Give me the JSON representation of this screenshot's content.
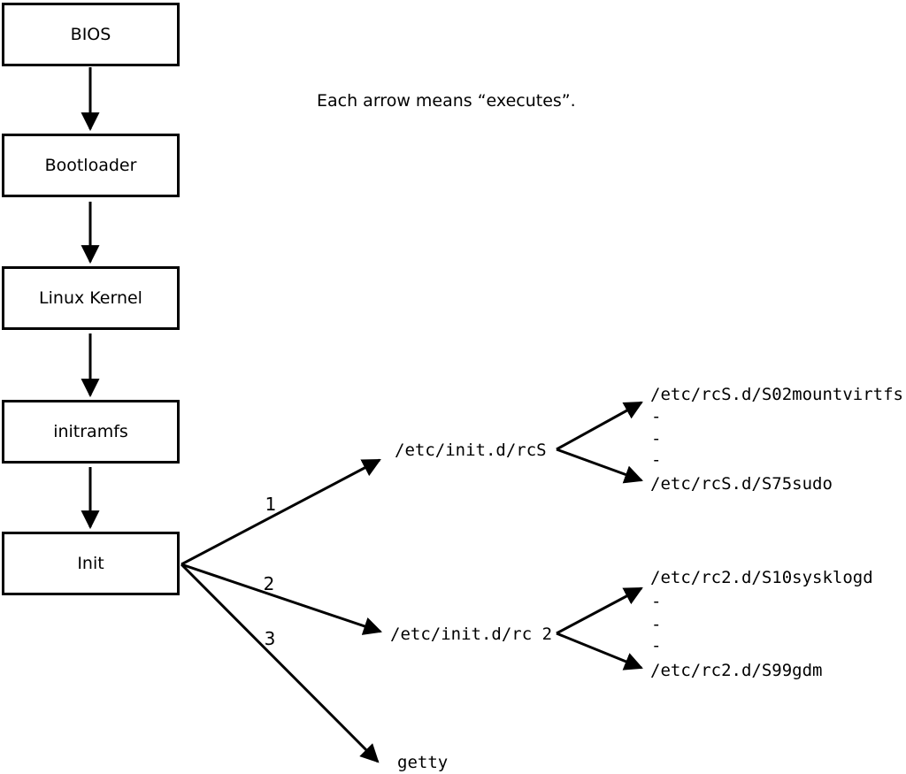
{
  "caption": "Each arrow means “executes”.",
  "colors": {
    "line": "#000000",
    "background": "#ffffff"
  },
  "boot_chain": [
    {
      "label": "BIOS"
    },
    {
      "label": "Bootloader"
    },
    {
      "label": "Linux Kernel"
    },
    {
      "label": "initramfs"
    },
    {
      "label": "Init"
    }
  ],
  "init_branches": [
    {
      "order": "1",
      "target": "/etc/init.d/rcS",
      "children": [
        "/etc/rcS.d/S02mountvirtfs",
        "-",
        "-",
        "-",
        "/etc/rcS.d/S75sudo"
      ]
    },
    {
      "order": "2",
      "target": "/etc/init.d/rc 2",
      "children": [
        "/etc/rc2.d/S10sysklogd",
        "-",
        "-",
        "-",
        "/etc/rc2.d/S99gdm"
      ]
    },
    {
      "order": "3",
      "target": "getty"
    }
  ]
}
